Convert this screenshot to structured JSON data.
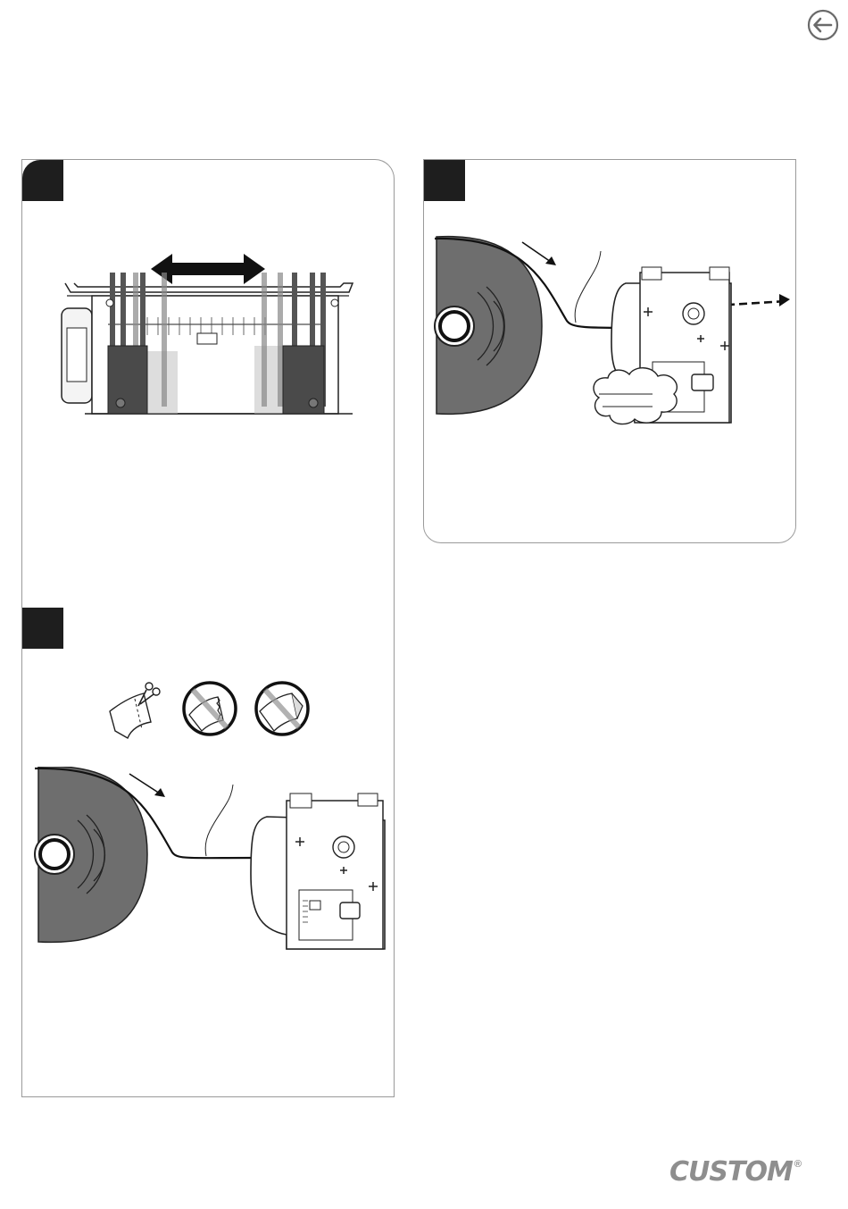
{
  "nav": {
    "back_icon": "arrow-left-circle-icon"
  },
  "steps": [
    {
      "illustration": "paper-guide-width-adjustment"
    },
    {
      "illustration": "paper-cut-and-insert",
      "cut_options": [
        "scissors-cut-ok",
        "torn-edge-not-allowed",
        "folded-edge-not-allowed"
      ]
    },
    {
      "illustration": "paper-feed-path"
    }
  ],
  "brand": {
    "name": "CUSTOM",
    "mark": "®"
  }
}
